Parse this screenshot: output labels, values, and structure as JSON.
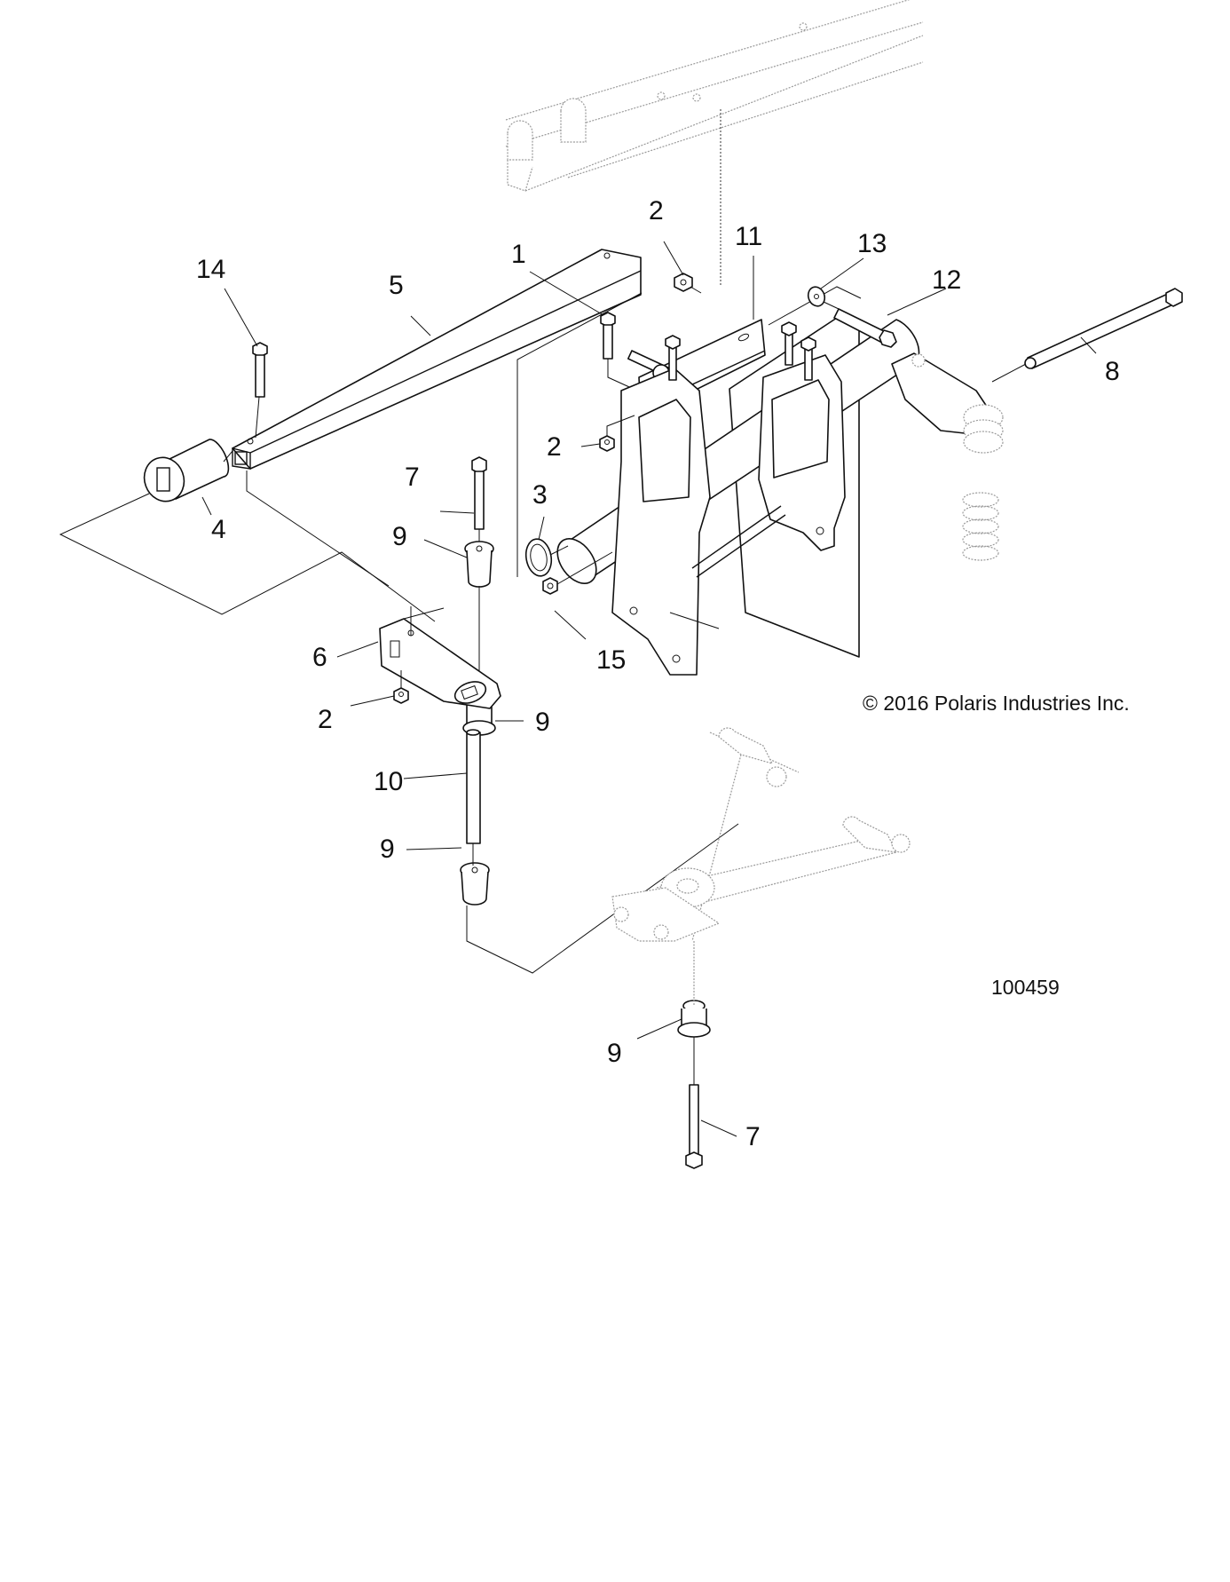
{
  "diagram": {
    "type": "exploded parts diagram",
    "copyright": "© 2016 Polaris Industries Inc.",
    "figure_number": "100459",
    "callouts": [
      {
        "id": "c1",
        "label": "1",
        "part": "bolt"
      },
      {
        "id": "c2a",
        "label": "2",
        "part": "nut"
      },
      {
        "id": "c2b",
        "label": "2",
        "part": "nut"
      },
      {
        "id": "c2c",
        "label": "2",
        "part": "nut"
      },
      {
        "id": "c3",
        "label": "3",
        "part": "ring"
      },
      {
        "id": "c4",
        "label": "4",
        "part": "splined bushing"
      },
      {
        "id": "c5",
        "label": "5",
        "part": "square tube bar"
      },
      {
        "id": "c6",
        "label": "6",
        "part": "arm"
      },
      {
        "id": "c7a",
        "label": "7",
        "part": "bolt"
      },
      {
        "id": "c7b",
        "label": "7",
        "part": "bolt"
      },
      {
        "id": "c8",
        "label": "8",
        "part": "long bolt"
      },
      {
        "id": "c9a",
        "label": "9",
        "part": "bushing"
      },
      {
        "id": "c9b",
        "label": "9",
        "part": "bushing"
      },
      {
        "id": "c9c",
        "label": "9",
        "part": "bushing"
      },
      {
        "id": "c9d",
        "label": "9",
        "part": "bushing"
      },
      {
        "id": "c10",
        "label": "10",
        "part": "spacer"
      },
      {
        "id": "c11",
        "label": "11",
        "part": "bracket plate"
      },
      {
        "id": "c12",
        "label": "12",
        "part": "bolt"
      },
      {
        "id": "c13",
        "label": "13",
        "part": "washer"
      },
      {
        "id": "c14",
        "label": "14",
        "part": "bolt"
      },
      {
        "id": "c15",
        "label": "15",
        "part": "nut"
      }
    ]
  }
}
